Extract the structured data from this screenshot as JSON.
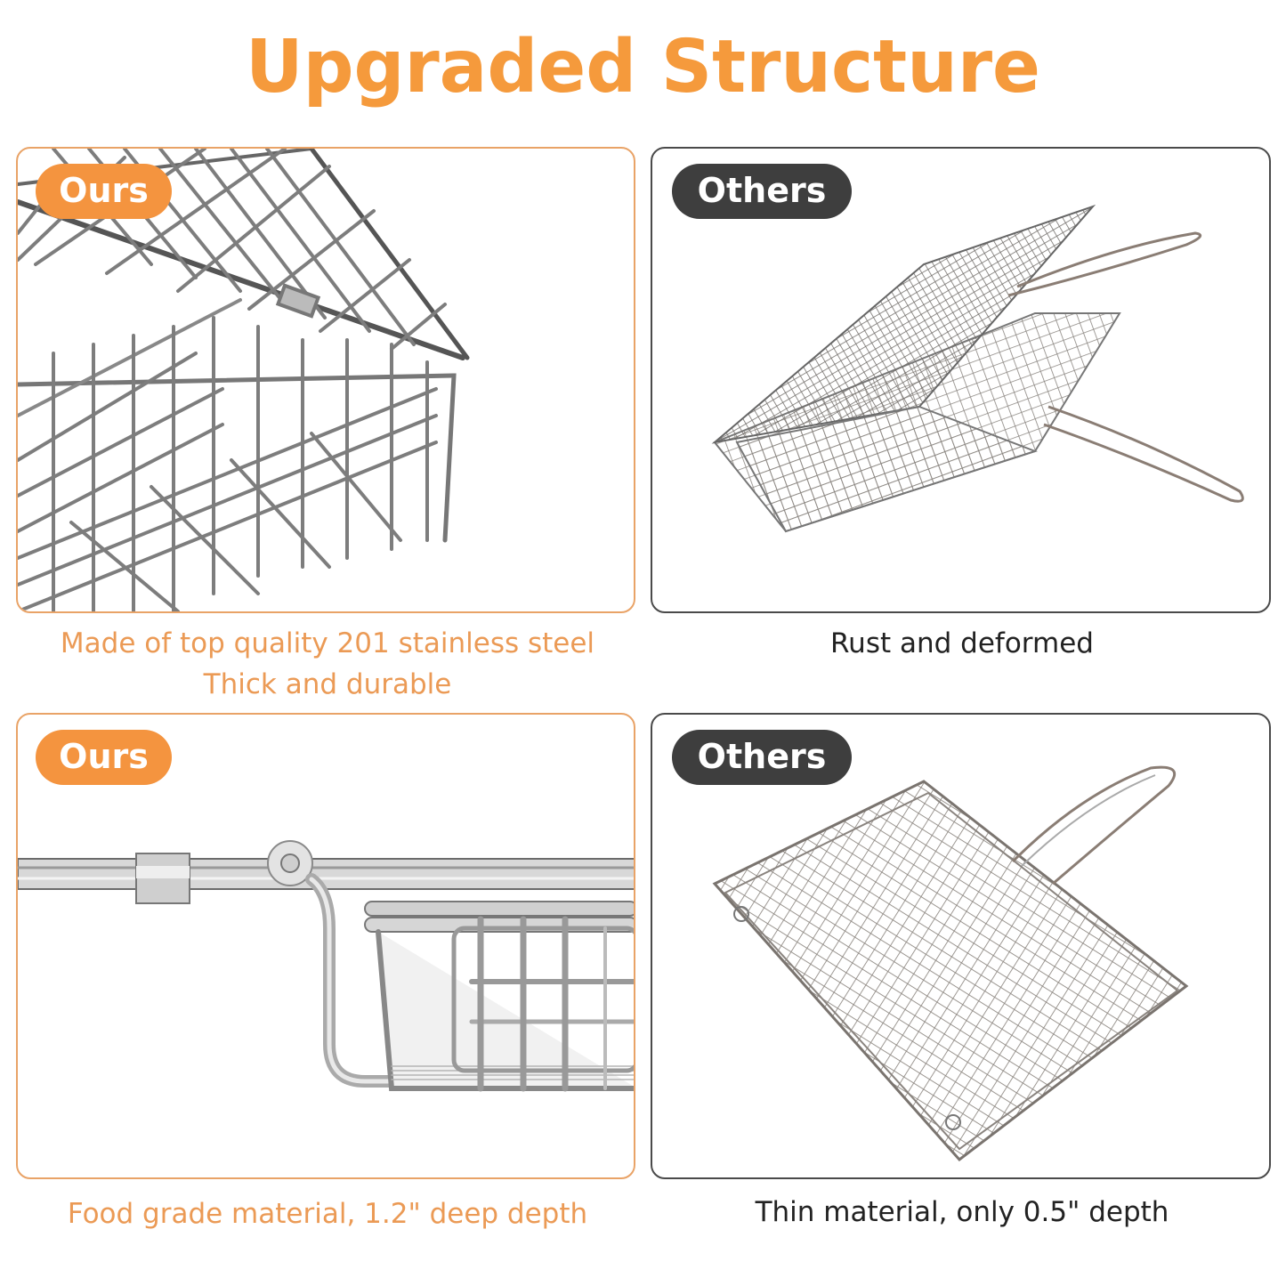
{
  "title": "Upgraded Structure",
  "colors": {
    "accent_orange": "#F59A3C",
    "badge_orange": "#F4943F",
    "badge_dark": "#3E3E3E",
    "caption_orange": "#EB9A55",
    "caption_dark": "#222222",
    "ours_border": "#E9A367",
    "others_border": "#4A4A4A"
  },
  "panels": [
    {
      "badge": "Ours",
      "image": "stainless-steel-wire-basket-with-lid",
      "caption_lines": [
        "Made of top quality 201 stainless steel",
        "Thick and durable"
      ]
    },
    {
      "badge": "Others",
      "image": "thin-flat-wire-grill-mesh-open",
      "caption_lines": [
        "Rust and deformed"
      ]
    },
    {
      "badge": "Ours",
      "image": "deep-basket-side-profile-with-hinge",
      "caption_lines": [
        "Food grade material, 1.2\" deep depth"
      ]
    },
    {
      "badge": "Others",
      "image": "thin-flat-wire-grill-mesh-closed",
      "caption_lines": [
        "Thin material, only 0.5\" depth"
      ]
    }
  ]
}
